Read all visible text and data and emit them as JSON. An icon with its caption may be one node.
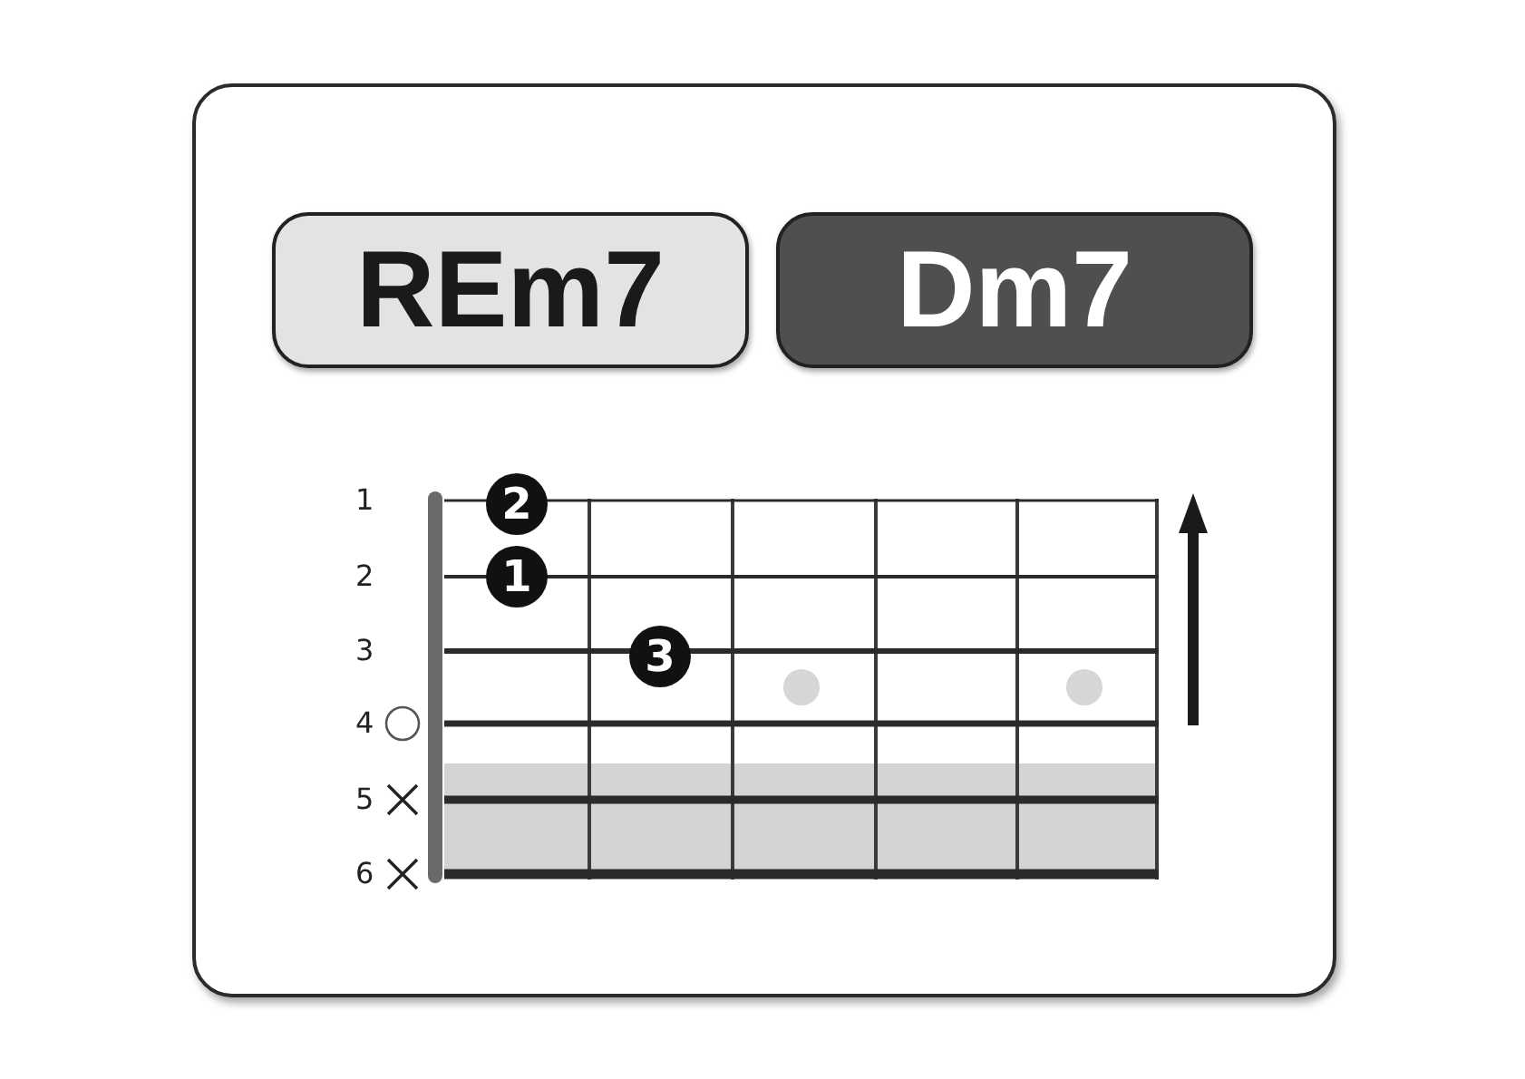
{
  "diagram": {
    "nodes": [
      {
        "text": [
          "REm7"
        ]
      },
      {
        "text": [
          "Dm7"
        ]
      },
      {
        "text": [
          "2"
        ]
      },
      {
        "text": [
          "1"
        ]
      },
      {
        "text": [
          "3"
        ]
      }
    ],
    "labels": [
      "1",
      "2",
      "3",
      "4",
      "5",
      "6"
    ]
  }
}
